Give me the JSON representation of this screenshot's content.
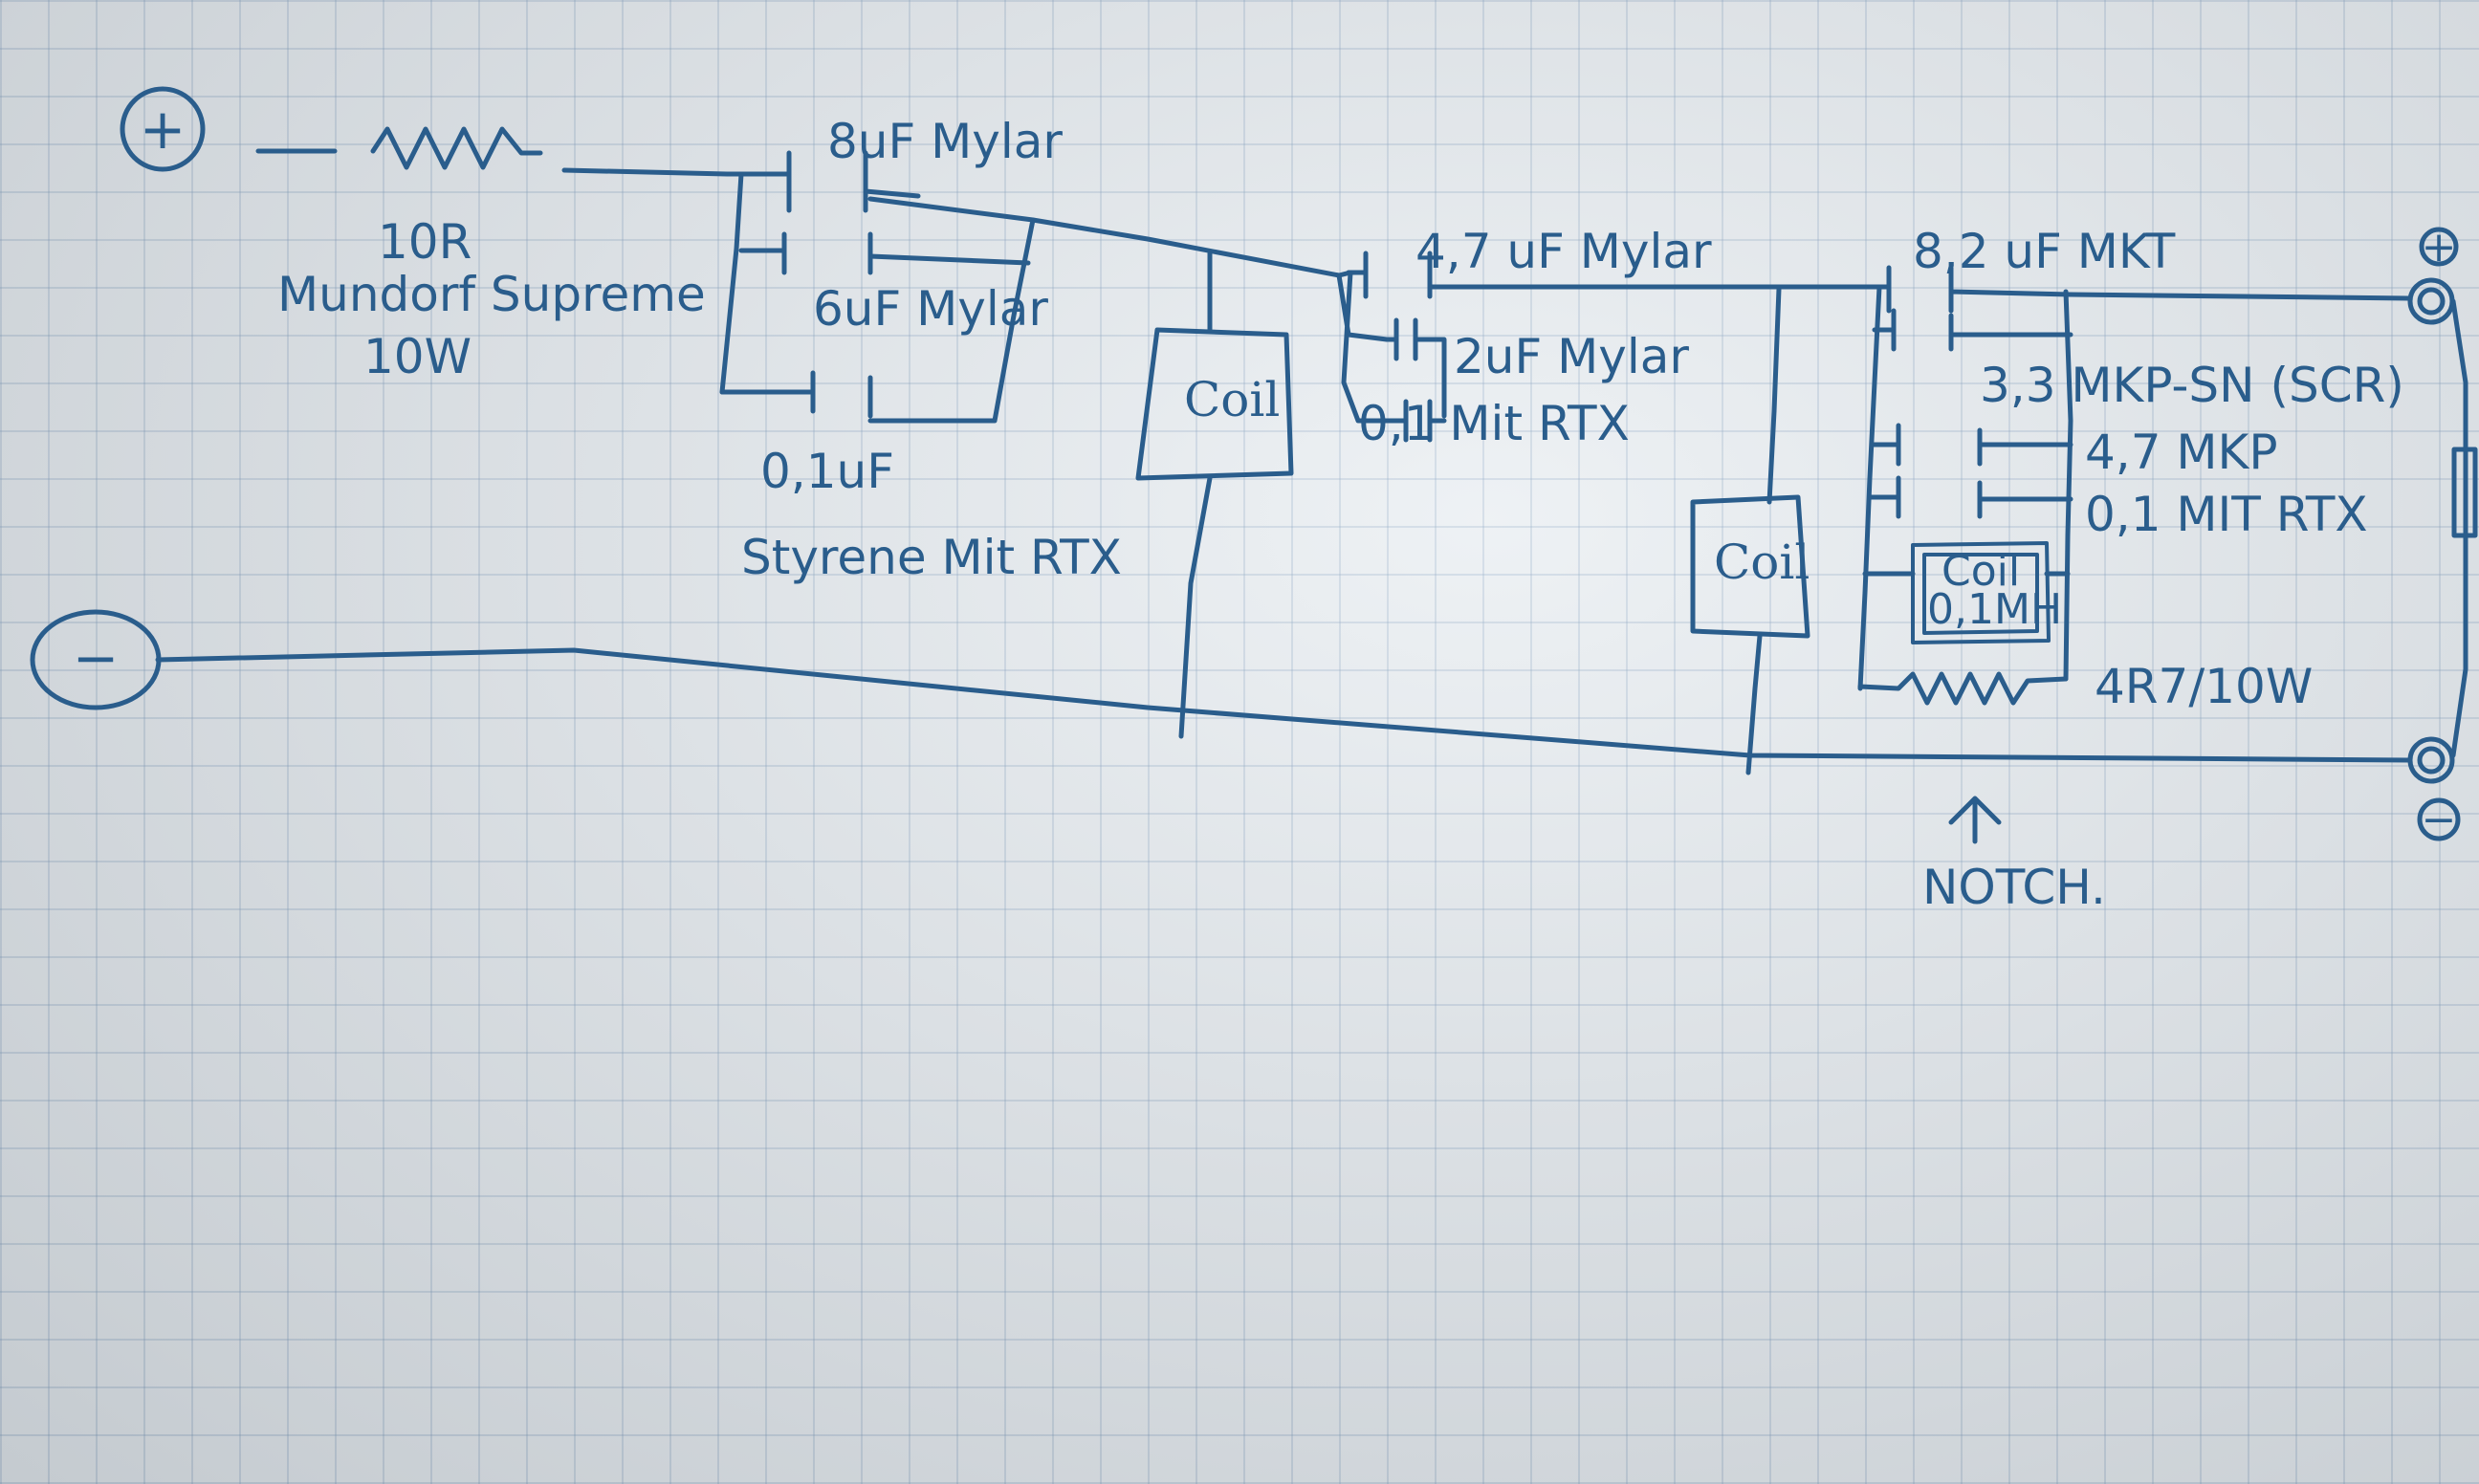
{
  "terminals": {
    "input_plus": "+",
    "input_minus": "−",
    "output_plus": "+",
    "output_minus": "−"
  },
  "input_resistor": {
    "value": "10R",
    "brand": "Mundorf Supreme",
    "power": "10W"
  },
  "stage1_caps": {
    "cap_a": "8uF Mylar",
    "cap_b": "6uF Mylar",
    "cap_c_value": "0,1uF",
    "cap_c_type": "Styrene Mit RTX"
  },
  "stage1_coil": "Coil",
  "stage2_caps": {
    "cap_a": "4,7 uF Mylar",
    "cap_b": "2uF Mylar",
    "cap_c": "0,1 Mit RTX"
  },
  "stage2_coil": "Coil",
  "notch": {
    "cap_a": "8,2 uF MKT",
    "cap_b": "3,3 MKP-SN (SCR)",
    "cap_c": "4,7 MKP",
    "cap_d": "0,1 MIT RTX",
    "coil_name": "Coil",
    "coil_value": "0,1MH",
    "resistor": "4R7/10W",
    "caption": "NOTCH."
  },
  "colors": {
    "ink": "#2a5d8c",
    "paper": "#e8edf1",
    "grid": "#7896b9"
  }
}
